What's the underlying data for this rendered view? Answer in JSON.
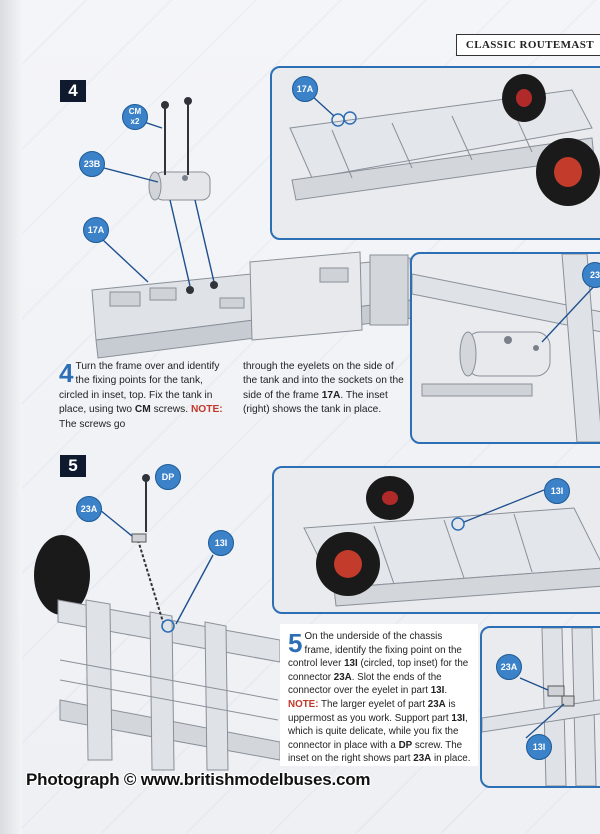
{
  "header": {
    "series_tag": "CLASSIC ROUTEMAST"
  },
  "step4": {
    "number": "4",
    "labels": {
      "cm": "CM",
      "cm_qty": "x2",
      "b23": "23B",
      "a17_main": "17A",
      "a17_inset": "17A",
      "inset_right": "23"
    },
    "text": {
      "drop": "4",
      "col1_a": "Turn the frame over and identify the fixing points for the tank, circled in inset, top. Fix the tank in place, using two ",
      "col1_code": "CM",
      "col1_b": " screws. ",
      "col1_note": "NOTE:",
      "col1_c": " The screws go",
      "col2_a": "through the eyelets on the side of the tank and into the sockets on the side of the frame ",
      "col2_code": "17A",
      "col2_b": ". The inset (right) shows the tank in place."
    }
  },
  "step5": {
    "number": "5",
    "labels": {
      "dp": "DP",
      "a23_main": "23A",
      "i13_main": "13I",
      "i13_inset": "13I",
      "a23_inset": "23A",
      "i13_inset2": "13I"
    },
    "text": {
      "drop": "5",
      "p_a": "On the underside of the chassis frame, identify the fixing point on the control lever ",
      "p_code1": "13I",
      "p_b": " (circled, top inset) for the connector ",
      "p_code2": "23A",
      "p_c": ". Slot the ends of the connector over the eyelet in part ",
      "p_code3": "13I",
      "p_d": ". ",
      "p_note": "NOTE:",
      "p_e": " The larger eyelet of part ",
      "p_code4": "23A",
      "p_f": " is uppermost as you work. Support part ",
      "p_code5": "13I",
      "p_g": ", which is quite delicate, while you fix the connector in place with a ",
      "p_code6": "DP",
      "p_h": " screw. The inset on the right shows part ",
      "p_code7": "23A",
      "p_i": " in place."
    }
  },
  "footer": {
    "credit": "Photograph © www.britishmodelbuses.com"
  }
}
